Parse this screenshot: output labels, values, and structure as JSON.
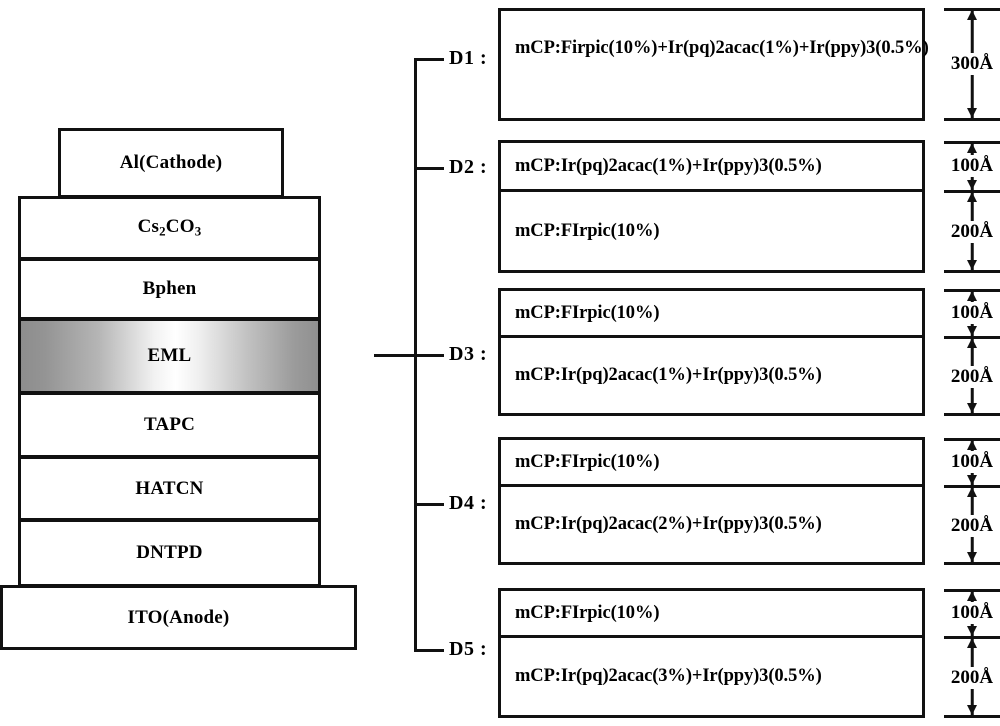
{
  "device_stack": {
    "title": "OLED device layer stack",
    "layers": [
      {
        "name": "Al(Cathode)",
        "label": "Al(Cathode)",
        "fill": "white"
      },
      {
        "name": "Cs2CO3",
        "label": "Cs2CO3",
        "fill": "white",
        "formula": {
          "base1": "Cs",
          "sub1": "2",
          "base2": "CO",
          "sub2": "3"
        }
      },
      {
        "name": "Bphen",
        "label": "Bphen",
        "fill": "white"
      },
      {
        "name": "EML",
        "label": "EML",
        "fill": "gradient-gray"
      },
      {
        "name": "TAPC",
        "label": "TAPC",
        "fill": "white"
      },
      {
        "name": "HATCN",
        "label": "HATCN",
        "fill": "white"
      },
      {
        "name": "DNTPD",
        "label": "DNTPD",
        "fill": "white"
      },
      {
        "name": "ITO(Anode)",
        "label": "ITO(Anode)",
        "fill": "white"
      }
    ]
  },
  "devices": [
    {
      "id": "D1",
      "label": "D1 :",
      "sublayers": [
        {
          "composition": "mCP:Firpic(10%)+Ir(pq)2acac(1%)+Ir(ppy)3(0.5%)",
          "thickness": "300Å"
        }
      ]
    },
    {
      "id": "D2",
      "label": "D2 :",
      "sublayers": [
        {
          "composition": "mCP:Ir(pq)2acac(1%)+Ir(ppy)3(0.5%)",
          "thickness": "100Å"
        },
        {
          "composition": "mCP:FIrpic(10%)",
          "thickness": "200Å"
        }
      ]
    },
    {
      "id": "D3",
      "label": "D3 :",
      "sublayers": [
        {
          "composition": "mCP:FIrpic(10%)",
          "thickness": "100Å"
        },
        {
          "composition": "mCP:Ir(pq)2acac(1%)+Ir(ppy)3(0.5%)",
          "thickness": "200Å"
        }
      ]
    },
    {
      "id": "D4",
      "label": "D4 :",
      "sublayers": [
        {
          "composition": "mCP:FIrpic(10%)",
          "thickness": "100Å"
        },
        {
          "composition": "mCP:Ir(pq)2acac(2%)+Ir(ppy)3(0.5%)",
          "thickness": "200Å"
        }
      ]
    },
    {
      "id": "D5",
      "label": "D5 :",
      "sublayers": [
        {
          "composition": "mCP:FIrpic(10%)",
          "thickness": "100Å"
        },
        {
          "composition": "mCP:Ir(pq)2acac(3%)+Ir(ppy)3(0.5%)",
          "thickness": "200Å"
        }
      ]
    }
  ],
  "colors": {
    "line": "#111111",
    "background": "#ffffff",
    "eml_gradient_edge": "#8d8d8d",
    "eml_gradient_center": "#ffffff"
  }
}
